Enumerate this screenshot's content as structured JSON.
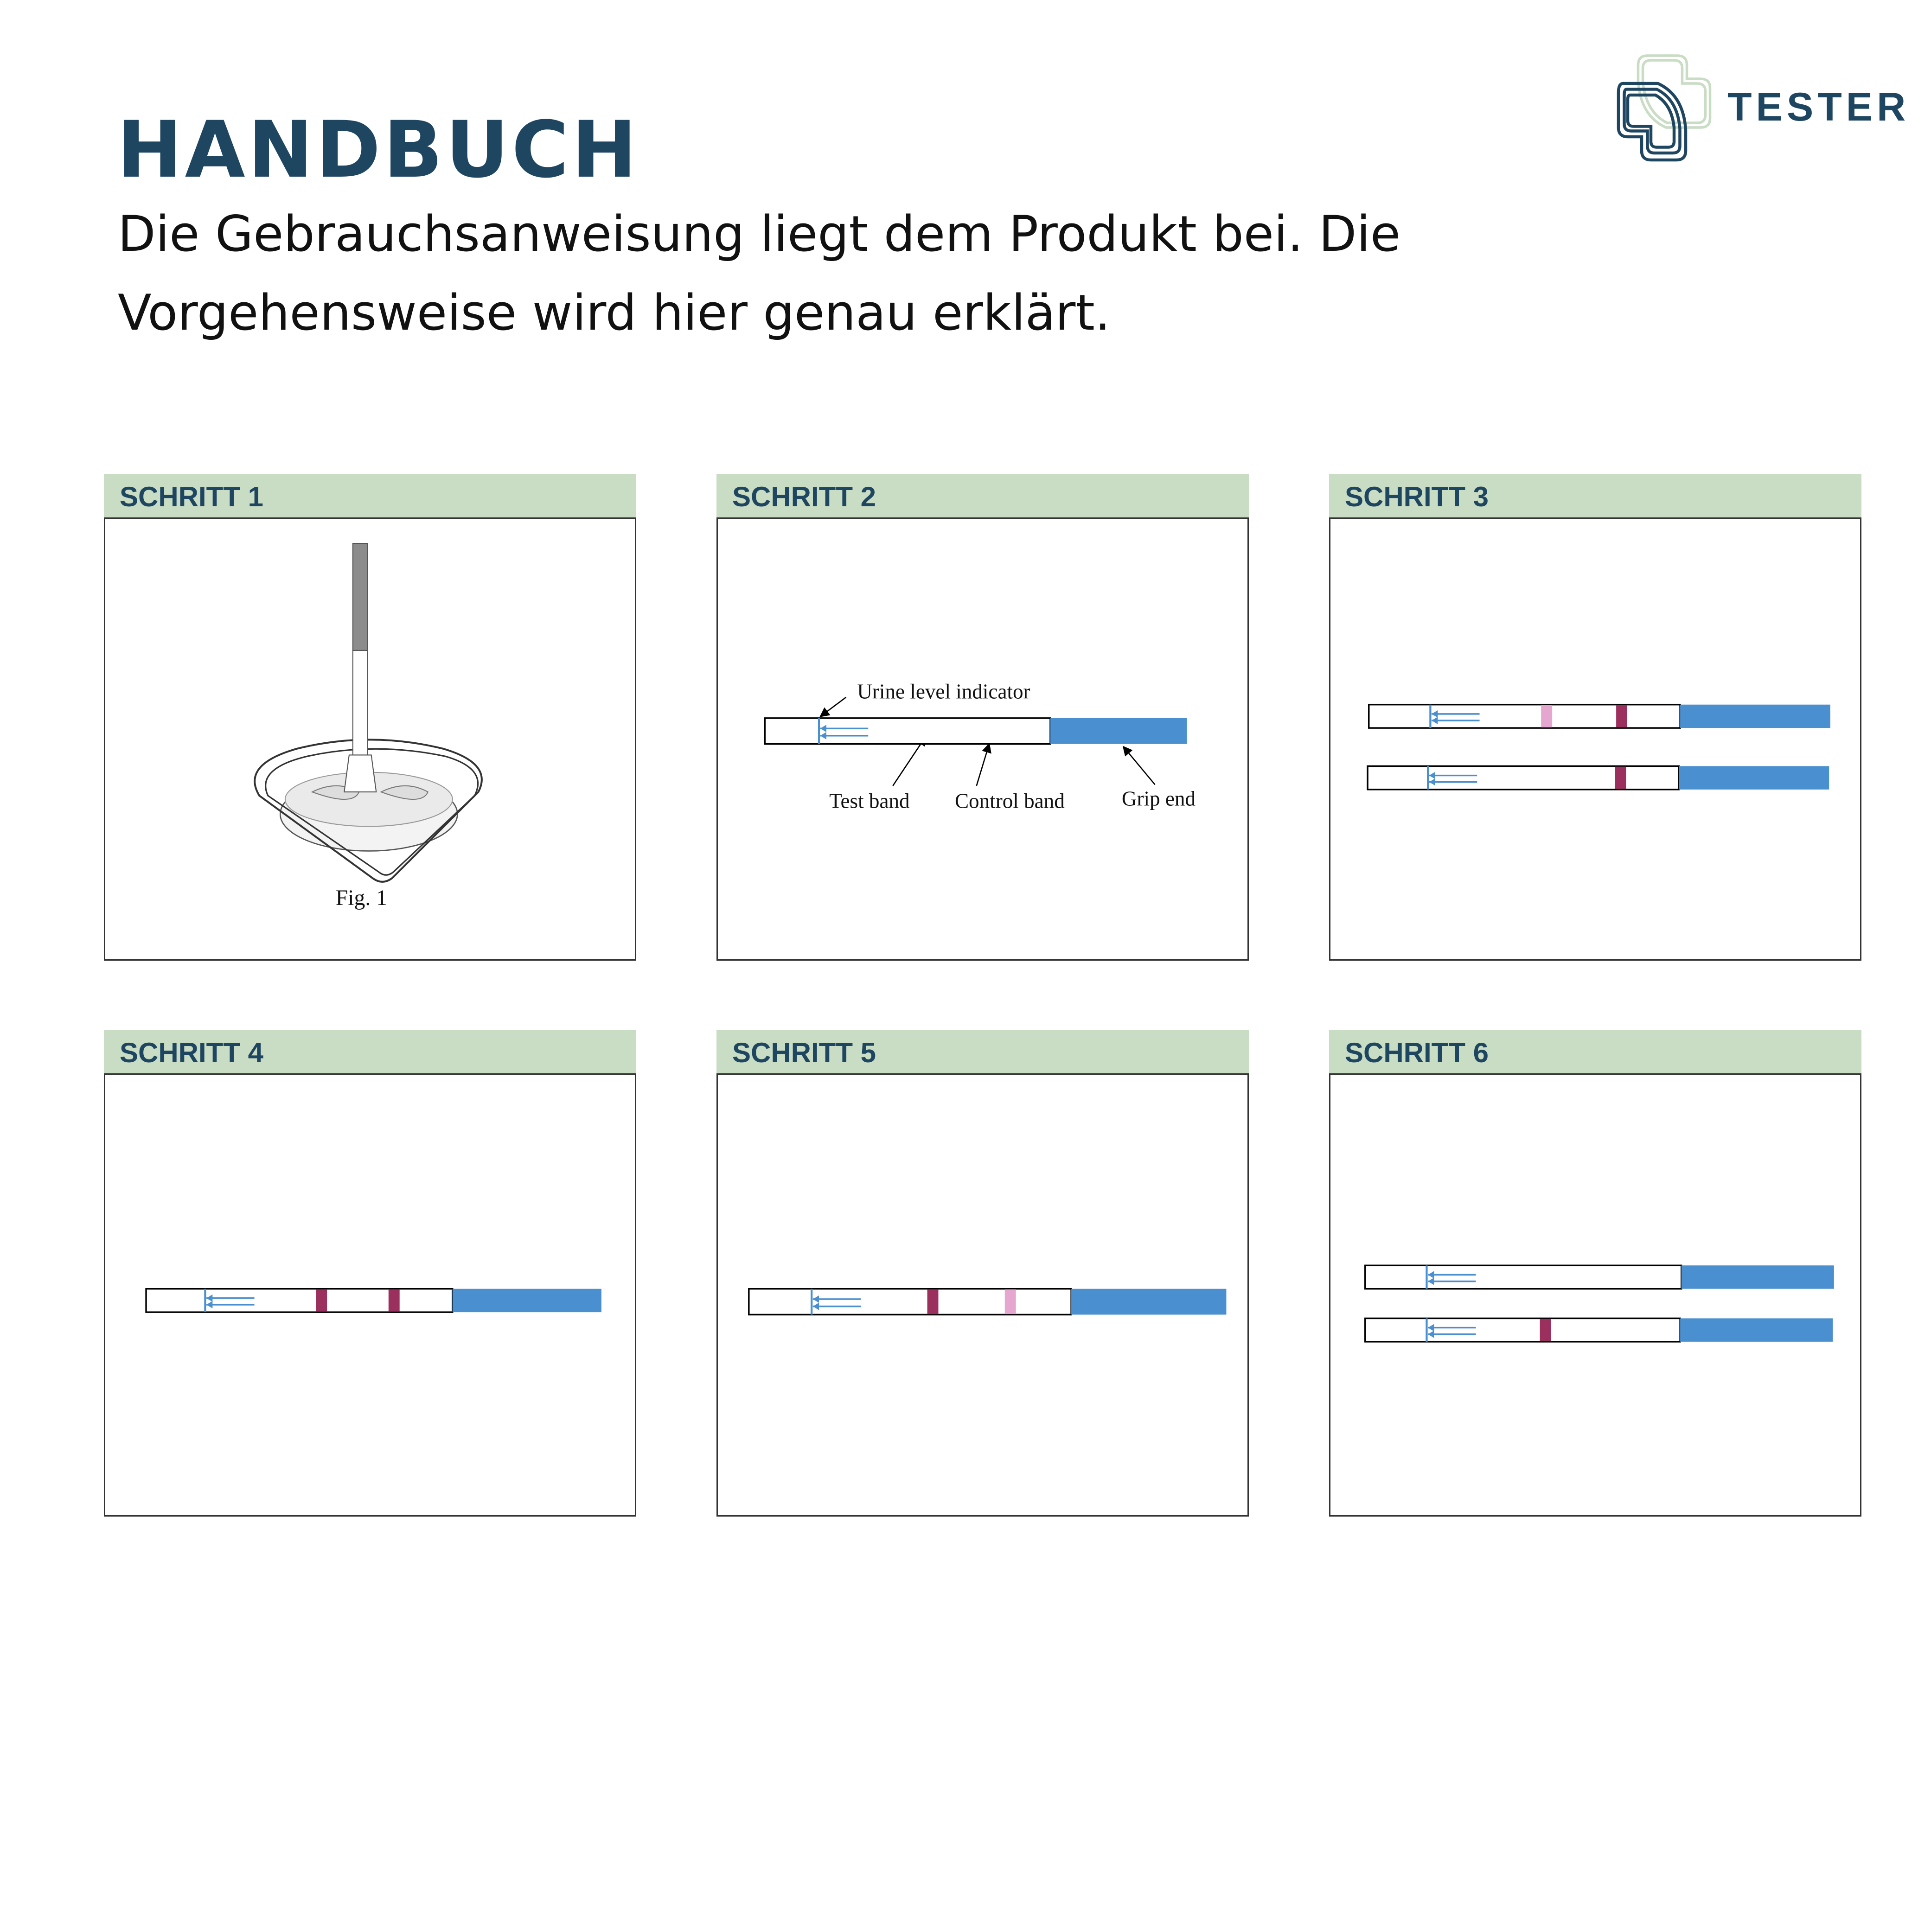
{
  "header": {
    "title": "HANDBUCH",
    "subtitle": "Die Gebrauchsanweisung liegt dem Produkt bei. Die Vorgehensweise wird hier genau erklärt."
  },
  "logo": {
    "text": "TESTER"
  },
  "colors": {
    "brand_dark": "#1f4661",
    "brand_green": "#c9dcc4",
    "strip_blue": "#4a8fcf",
    "band_maroon": "#9b2f5e",
    "band_pink": "#e5a6cf"
  },
  "steps": [
    {
      "label": "SCHRITT 1",
      "figure_caption": "Fig. 1"
    },
    {
      "label": "SCHRITT 2",
      "annotations": {
        "urine_level": "Urine level indicator",
        "test_band": "Test band",
        "control_band": "Control band",
        "grip_end": "Grip end"
      }
    },
    {
      "label": "SCHRITT 3"
    },
    {
      "label": "SCHRITT 4"
    },
    {
      "label": "SCHRITT 5"
    },
    {
      "label": "SCHRITT 6"
    }
  ]
}
